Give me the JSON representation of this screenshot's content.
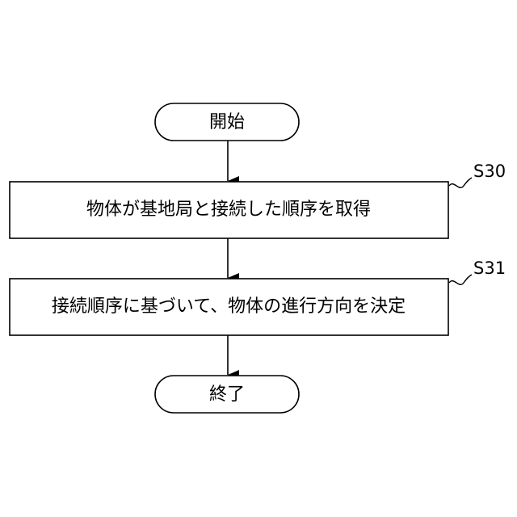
{
  "flowchart": {
    "start_label": "開始",
    "steps": [
      {
        "id": "S30",
        "text": "物体が基地局と接続した順序を取得"
      },
      {
        "id": "S31",
        "text": "接続順序に基づいて、物体の進行方向を決定"
      }
    ],
    "end_label": "終了"
  },
  "colors": {
    "stroke": "#000000",
    "background": "#ffffff",
    "text": "#000000"
  }
}
